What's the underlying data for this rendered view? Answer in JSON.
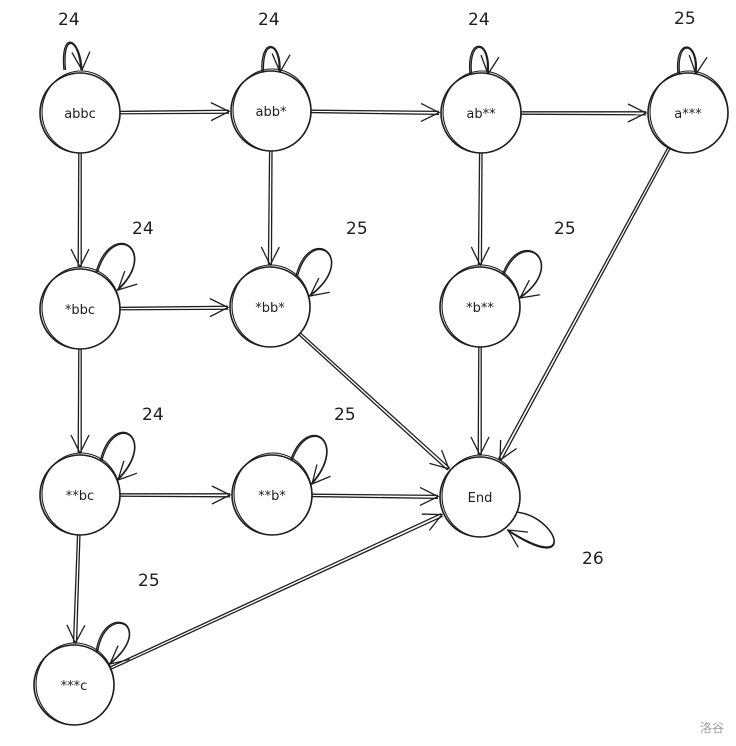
{
  "nodes": [
    {
      "id": "abbc",
      "label": "abbc",
      "count": "24"
    },
    {
      "id": "abb*",
      "label": "abb*",
      "count": "24"
    },
    {
      "id": "ab**",
      "label": "ab**",
      "count": "24"
    },
    {
      "id": "a***",
      "label": "a***",
      "count": "25"
    },
    {
      "id": "*bbc",
      "label": "*bbc",
      "count": "24"
    },
    {
      "id": "*bb*",
      "label": "*bb*",
      "count": "25"
    },
    {
      "id": "*b**",
      "label": "*b**",
      "count": "25"
    },
    {
      "id": "**bc",
      "label": "**bc",
      "count": "24"
    },
    {
      "id": "**b*",
      "label": "**b*",
      "count": "25"
    },
    {
      "id": "End",
      "label": "End",
      "count": "26"
    },
    {
      "id": "***c",
      "label": "***c",
      "count": "25"
    }
  ],
  "edges": [
    {
      "from": "abbc",
      "to": "abb*"
    },
    {
      "from": "abb*",
      "to": "ab**"
    },
    {
      "from": "ab**",
      "to": "a***"
    },
    {
      "from": "abbc",
      "to": "*bbc"
    },
    {
      "from": "abb*",
      "to": "*bb*"
    },
    {
      "from": "ab**",
      "to": "*b**"
    },
    {
      "from": "a***",
      "to": "End"
    },
    {
      "from": "*bbc",
      "to": "*bb*"
    },
    {
      "from": "*bbc",
      "to": "**bc"
    },
    {
      "from": "*bb*",
      "to": "End"
    },
    {
      "from": "*b**",
      "to": "End"
    },
    {
      "from": "**bc",
      "to": "**b*"
    },
    {
      "from": "**b*",
      "to": "End"
    },
    {
      "from": "**bc",
      "to": "***c"
    },
    {
      "from": "***c",
      "to": "End"
    }
  ],
  "watermark": "洛谷"
}
